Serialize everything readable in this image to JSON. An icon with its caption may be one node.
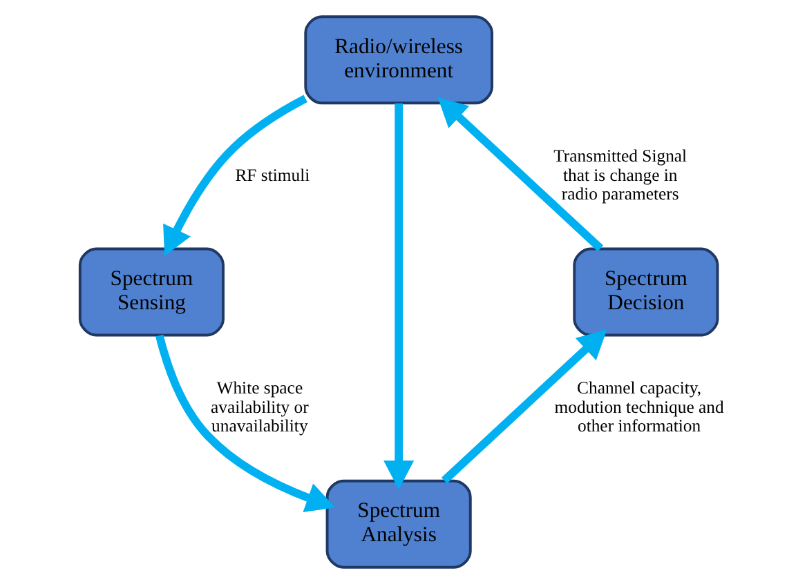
{
  "diagram": {
    "nodes": [
      {
        "text": [
          "Radio/wireless environment"
        ]
      },
      {
        "text": [
          "Spectrum Sensing"
        ]
      },
      {
        "text": [
          "Spectrum Analysis"
        ]
      },
      {
        "text": [
          "Spectrum Decision"
        ]
      }
    ],
    "edges": [
      {
        "from": 0,
        "to": 1,
        "arrow": "to",
        "label": "RF stimuli"
      },
      {
        "from": 1,
        "to": 2,
        "arrow": "to",
        "label": "White space availability or unavailability"
      },
      {
        "from": 2,
        "to": 3,
        "arrow": "to",
        "label": "Channel capacity, modution technique and other information"
      },
      {
        "from": 3,
        "to": 0,
        "arrow": "to",
        "label": "Transmitted Signal that is change in radio parameters"
      },
      {
        "from": 0,
        "to": 2,
        "arrow": "to"
      }
    ]
  }
}
